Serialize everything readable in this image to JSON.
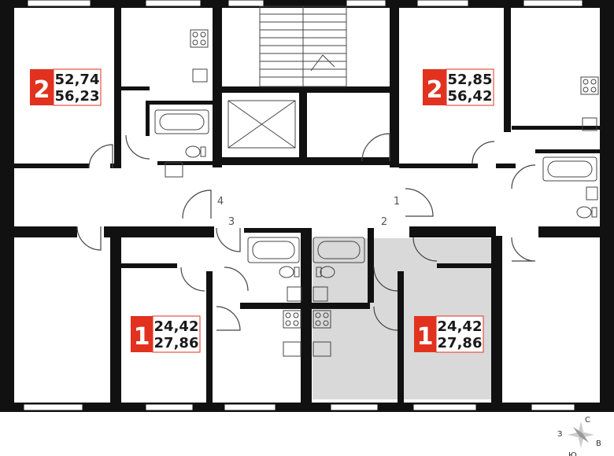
{
  "colors": {
    "wall": "#111111",
    "accent": "#e2321f",
    "highlight": "#d9d9d9",
    "fixture": "#444444",
    "window": "#ffffff"
  },
  "apartments": [
    {
      "id": "apt-top-left",
      "rooms": "2",
      "living_area": "52,74",
      "total_area": "56,23"
    },
    {
      "id": "apt-top-right",
      "rooms": "2",
      "living_area": "52,85",
      "total_area": "56,42"
    },
    {
      "id": "apt-bottom-left",
      "rooms": "1",
      "living_area": "24,42",
      "total_area": "27,86"
    },
    {
      "id": "apt-bottom-right",
      "rooms": "1",
      "living_area": "24,42",
      "total_area": "27,86",
      "highlighted": true
    }
  ],
  "door_numbers": [
    "1",
    "2",
    "3",
    "4"
  ],
  "compass": {
    "north": "С",
    "east": "В",
    "west": "З",
    "south": "Ю"
  },
  "icons": [
    "stairs-icon",
    "elevator-icon",
    "bathtub-icon",
    "toilet-icon",
    "sink-icon",
    "stove-icon",
    "compass-icon"
  ]
}
